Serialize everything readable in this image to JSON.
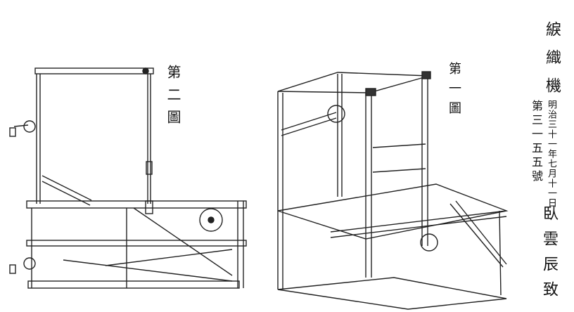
{
  "title": "綟織機",
  "date": "明治三十一年七月十一日",
  "patent_number": "第三一五五號",
  "inventor": "臥雲辰致",
  "figures": {
    "fig2_label": "第二圖",
    "fig1_label": "第一圖"
  }
}
